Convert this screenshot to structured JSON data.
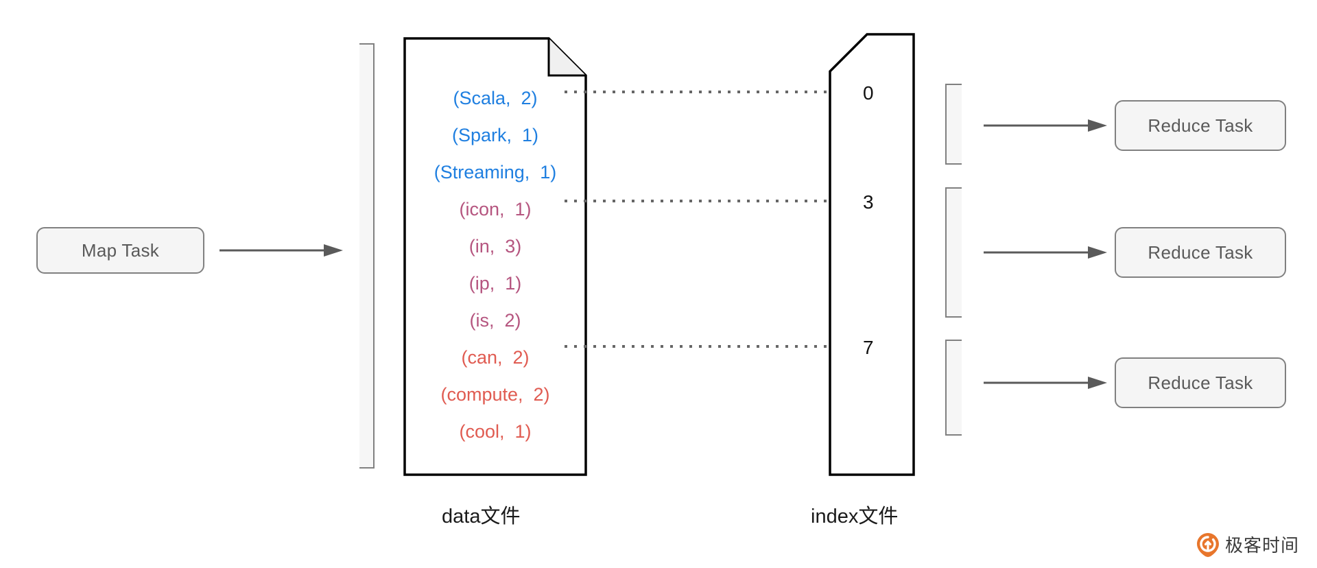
{
  "diagram": {
    "map_task": {
      "label": "Map Task"
    },
    "reduce_tasks": [
      {
        "label": "Reduce Task"
      },
      {
        "label": "Reduce Task"
      },
      {
        "label": "Reduce Task"
      }
    ],
    "data_file": {
      "caption": "data文件",
      "entries": [
        {
          "text": "(Scala,  2)",
          "color": "#1f7fe0",
          "group": 0
        },
        {
          "text": "(Spark,  1)",
          "color": "#1f7fe0",
          "group": 0
        },
        {
          "text": "(Streaming,  1)",
          "color": "#1f7fe0",
          "group": 0
        },
        {
          "text": "(icon,  1)",
          "color": "#b5557f",
          "group": 1
        },
        {
          "text": "(in,  3)",
          "color": "#b5557f",
          "group": 1
        },
        {
          "text": "(ip,  1)",
          "color": "#b5557f",
          "group": 1
        },
        {
          "text": "(is,  2)",
          "color": "#b5557f",
          "group": 1
        },
        {
          "text": "(can,  2)",
          "color": "#e05b51",
          "group": 2
        },
        {
          "text": "(compute,  2)",
          "color": "#e05b51",
          "group": 2
        },
        {
          "text": "(cool,  1)",
          "color": "#e05b51",
          "group": 2
        }
      ]
    },
    "index_file": {
      "caption": "index文件",
      "offsets": [
        "0",
        "3",
        "7"
      ]
    },
    "colors": {
      "group_blue": "#1f7fe0",
      "group_purple": "#b5557f",
      "group_red": "#e05b51",
      "box_border": "#808080",
      "box_fill": "#f5f5f5",
      "sheet_outline": "#000000",
      "arrow": "#5a5a5a",
      "dot": "#666666",
      "watermark_logo": "#e8762c"
    },
    "icons": {
      "arrow": "arrow-right-icon",
      "brand_logo": "geektime-logo-icon"
    }
  },
  "watermark": {
    "text": "极客时间"
  }
}
